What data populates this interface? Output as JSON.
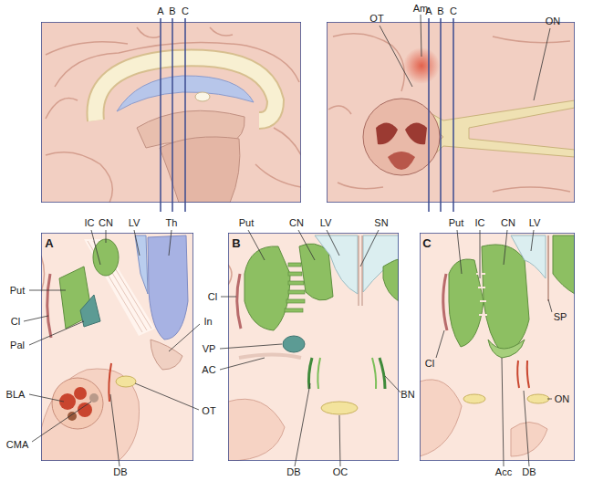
{
  "diagram": {
    "labels": [
      "A",
      "B",
      "C",
      "Am",
      "OT",
      "A",
      "B",
      "C",
      "ON",
      "A",
      "IC",
      "CN",
      "LV",
      "Th",
      "Put",
      "Cl",
      "Pal",
      "In",
      "BLA",
      "OT",
      "CMA",
      "DB",
      "B",
      "Put",
      "CN",
      "LV",
      "SN",
      "Cl",
      "VP",
      "AC",
      "BN",
      "DB",
      "OC",
      "C",
      "Put",
      "IC",
      "CN",
      "LV",
      "SP",
      "Cl",
      "ON",
      "Acc",
      "DB"
    ]
  }
}
